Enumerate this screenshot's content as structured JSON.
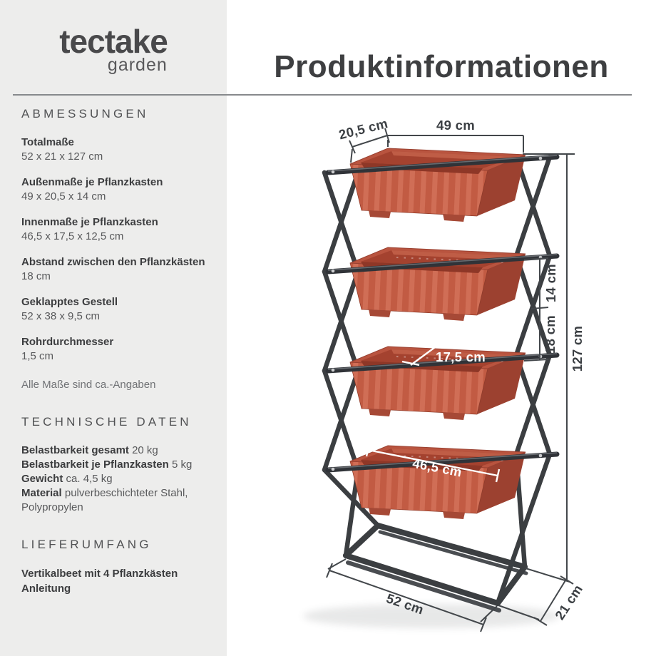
{
  "brand": {
    "name": "tectake",
    "sub": "garden"
  },
  "title": "Produktinformationen",
  "sidebar": {
    "dimensions": {
      "heading": "ABMESSUNGEN",
      "items": [
        {
          "label": "Totalmaße",
          "value": "52 x 21 x 127 cm"
        },
        {
          "label": "Außenmaße je Pflanzkasten",
          "value": "49 x 20,5 x 14 cm"
        },
        {
          "label": "Innenmaße je Pflanzkasten",
          "value": "46,5 x 17,5 x 12,5 cm"
        },
        {
          "label": "Abstand zwischen den Pflanzkästen",
          "value": "18 cm"
        },
        {
          "label": "Geklapptes Gestell",
          "value": "52 x 38 x 9,5 cm"
        },
        {
          "label": "Rohrdurchmesser",
          "value": "1,5 cm"
        }
      ],
      "note": "Alle Maße sind ca.-Angaben"
    },
    "technical": {
      "heading": "TECHNISCHE DATEN",
      "items": [
        {
          "label": "Belastbarkeit gesamt",
          "value": "20 kg"
        },
        {
          "label": "Belastbarkeit je Pflanzkasten",
          "value": "5 kg"
        },
        {
          "label": "Gewicht",
          "value": "ca. 4,5 kg"
        },
        {
          "label": "Material",
          "value": "pulverbeschichteter Stahl, Polypropylen"
        }
      ]
    },
    "delivery": {
      "heading": "LIEFERUMFANG",
      "items": [
        "Vertikalbeet mit 4 Pflanzkästen",
        "Anleitung"
      ]
    }
  },
  "diagram": {
    "dims": {
      "box_depth": "20,5 cm",
      "box_width": "49 cm",
      "box_height": "14 cm",
      "box_gap": "18 cm",
      "total_height": "127 cm",
      "inner_depth": "17,5 cm",
      "inner_length": "46,5 cm",
      "base_width": "52 cm",
      "base_depth": "21 cm"
    },
    "colors": {
      "planter": "#c25b43",
      "planter_rim": "#b9543f",
      "planter_inner": "#a4422f",
      "frame": "#3b3e41",
      "dimension_lines": "#43474b",
      "sidebar_bg": "#ededec"
    }
  }
}
